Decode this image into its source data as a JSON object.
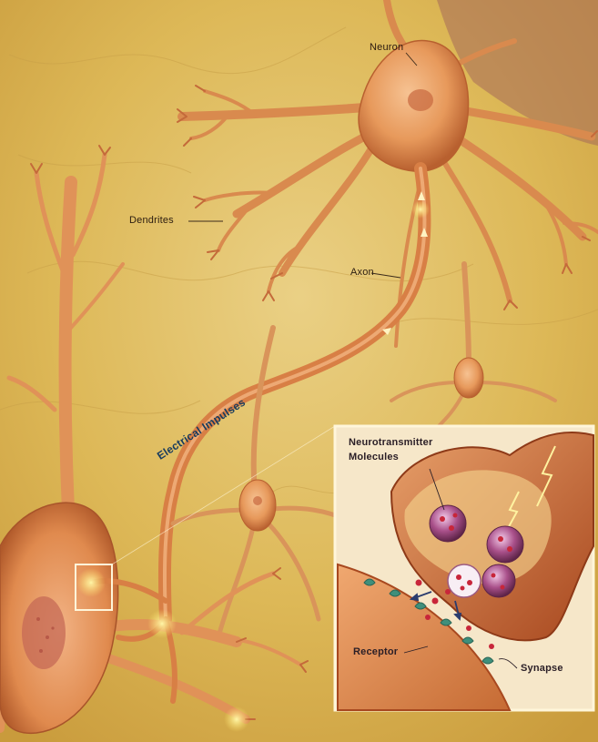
{
  "labels": {
    "neuron": "Neuron",
    "dendrites": "Dendrites",
    "axon": "Axon",
    "electrical_impulses": "Electrical Impulses",
    "neurotransmitter_line1": "Neurotransmitter",
    "neurotransmitter_line2": "Molecules",
    "receptor": "Receptor",
    "synapse": "Synapse"
  },
  "colors": {
    "background": "#ddb857",
    "neuron_body": "#e7995b",
    "neuron_dark": "#b8602f",
    "axon": "#d87f45",
    "impulse_glow": "#ffe46a",
    "inset_bg": "#f6e7c9",
    "vesicle": "#8e3a6c",
    "receptor": "#3f8f7b",
    "label_text": "#2c1d10",
    "impulse_text": "#173b5e"
  }
}
